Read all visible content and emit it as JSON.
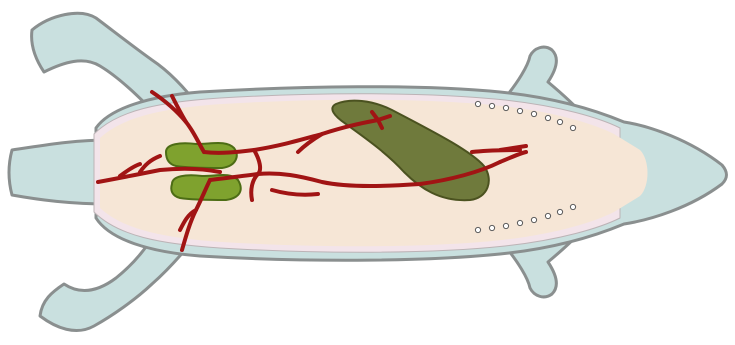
{
  "diagram": {
    "colors": {
      "background": "#ffffff",
      "body_outline": "#8a8f8f",
      "skin": "#c9e0df",
      "body_cavity_rim": "#f3e4ea",
      "body_cavity": "#f6e6d6",
      "organ_large": "#6f7a3c",
      "organ_large_outline": "#4b5220",
      "organ_paired": "#7fa22e",
      "organ_paired_outline": "#4d6d15",
      "vessels": "#a11414",
      "vessel_outline": "#6e0a0a",
      "dots": "#ffffff"
    },
    "parts": [
      {
        "id": "skin-outline",
        "icon": "lizard-silhouette"
      },
      {
        "id": "body-cavity",
        "icon": "oval-cavity"
      },
      {
        "id": "large-organ",
        "icon": "elongated-organ"
      },
      {
        "id": "paired-organs",
        "icon": "bilobed-organ"
      },
      {
        "id": "blood-vessels",
        "icon": "branching-vessels"
      },
      {
        "id": "spot-rows",
        "icon": "dot-row"
      }
    ]
  }
}
